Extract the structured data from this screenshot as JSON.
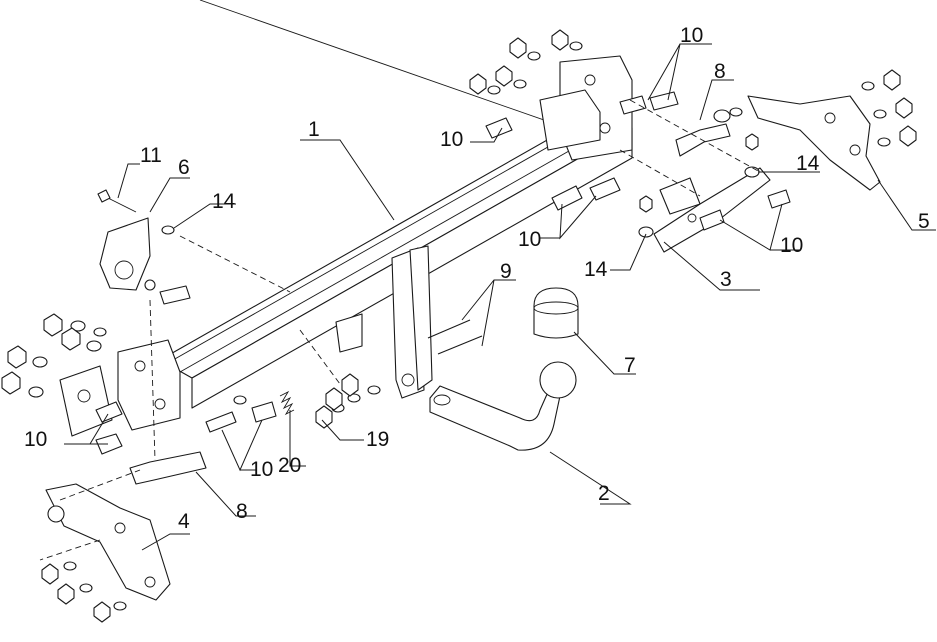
{
  "diagram": {
    "colors": {
      "line": "#1a1a1a",
      "background": "#ffffff"
    },
    "callouts": [
      {
        "id": "c1",
        "label": "1"
      },
      {
        "id": "c2",
        "label": "2"
      },
      {
        "id": "c3",
        "label": "3"
      },
      {
        "id": "c4",
        "label": "4"
      },
      {
        "id": "c5",
        "label": "5"
      },
      {
        "id": "c6",
        "label": "6"
      },
      {
        "id": "c7",
        "label": "7"
      },
      {
        "id": "c8a",
        "label": "8"
      },
      {
        "id": "c8b",
        "label": "8"
      },
      {
        "id": "c9",
        "label": "9"
      },
      {
        "id": "c10a",
        "label": "10"
      },
      {
        "id": "c10b",
        "label": "10"
      },
      {
        "id": "c10c",
        "label": "10"
      },
      {
        "id": "c10d",
        "label": "10"
      },
      {
        "id": "c10e",
        "label": "10"
      },
      {
        "id": "c10f",
        "label": "10"
      },
      {
        "id": "c11",
        "label": "11"
      },
      {
        "id": "c14a",
        "label": "14"
      },
      {
        "id": "c14b",
        "label": "14"
      },
      {
        "id": "c14c",
        "label": "14"
      },
      {
        "id": "c19",
        "label": "19"
      },
      {
        "id": "c20",
        "label": "20"
      }
    ]
  }
}
